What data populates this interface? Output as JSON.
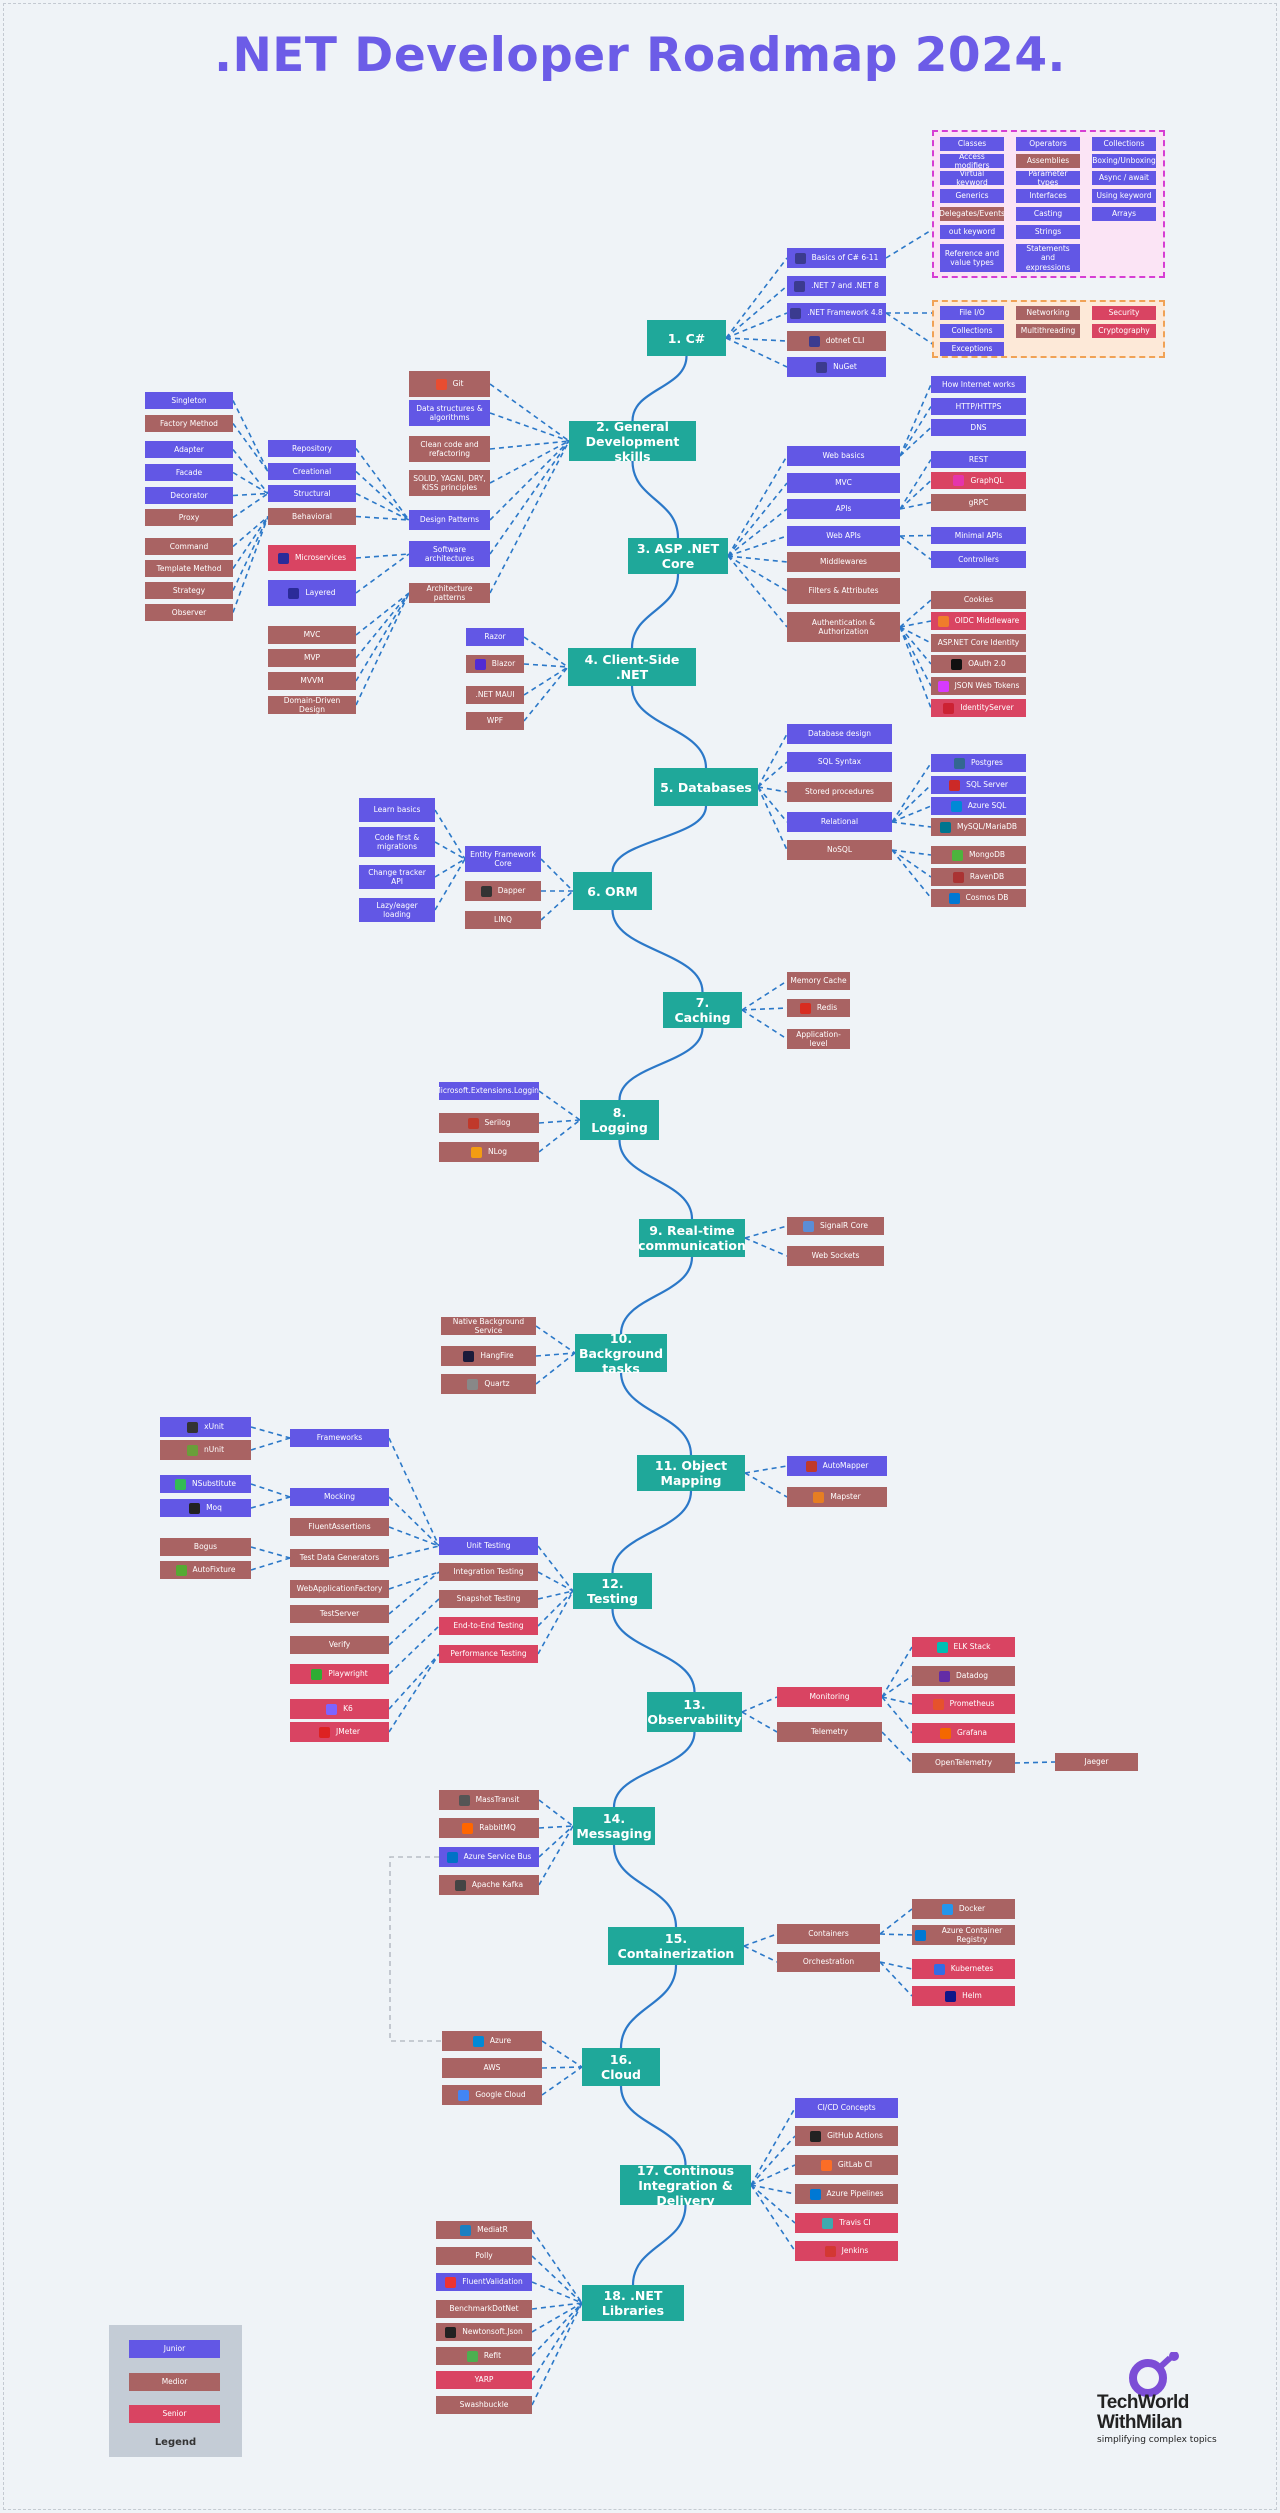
{
  "title": ".NET Developer Roadmap 2024.",
  "colors": {
    "junior": "#6257e5",
    "medior": "#a96363",
    "senior": "#d94462",
    "main": "#1fa89a",
    "line": "#2b78c8"
  },
  "main_nodes": [
    "1. C#",
    "2. General Development skills",
    "3. ASP .NET Core",
    "4. Client-Side .NET",
    "5. Databases",
    "6. ORM",
    "7. Caching",
    "8. Logging",
    "9. Real-time communication",
    "10. Background tasks",
    "11. Object Mapping",
    "12. Testing",
    "13. Observability",
    "14. Messaging",
    "15. Containerization",
    "16. Cloud",
    "17. Continous Integration & Delivery",
    "18. .NET Libraries"
  ],
  "csharp": {
    "items": [
      "Basics of C# 6-11",
      ".NET 7 and .NET 8",
      ".NET Framework 4.8",
      "dotnet CLI",
      "NuGet"
    ],
    "basics_group": [
      "Classes",
      "Operators",
      "Collections",
      "Access modifiers",
      "Assemblies",
      "Boxing/Unboxing",
      "Virtual keyword",
      "Parameter types",
      "Async / await",
      "Generics",
      "Interfaces",
      "Using keyword",
      "Delegates/Events",
      "Casting",
      "Arrays",
      "out keyword",
      "Strings",
      "Reference and value types",
      "Statements and expressions"
    ],
    "framework_group": [
      "File I/O",
      "Networking",
      "Security",
      "Collections",
      "Multithreading",
      "Cryptography",
      "Exceptions"
    ]
  },
  "general": {
    "items": [
      "Git",
      "Data structures & algorithms",
      "Clean code and refactoring",
      "SOLID, YAGNI, DRY, KISS principles",
      "Design Patterns",
      "Software architectures",
      "Architecture patterns"
    ],
    "design_pattern_types": [
      "Repository",
      "Creational",
      "Structural",
      "Behavioral"
    ],
    "creational": [
      "Singleton",
      "Factory Method"
    ],
    "structural": [
      "Adapter",
      "Facade",
      "Decorator",
      "Proxy"
    ],
    "behavioral": [
      "Command",
      "Template Method",
      "Strategy",
      "Observer"
    ],
    "architectures": [
      "Microservices",
      "Layered"
    ],
    "architecture_patterns": [
      "MVC",
      "MVP",
      "MVVM",
      "Domain-Driven Design"
    ]
  },
  "aspnet": {
    "items": [
      "Web basics",
      "MVC",
      "APIs",
      "Web APIs",
      "Middlewares",
      "Filters & Attributes",
      "Authentication & Authorization"
    ],
    "web_basics": [
      "How Internet works",
      "HTTP/HTTPS",
      "DNS"
    ],
    "apis": [
      "REST",
      "GraphQL",
      "gRPC"
    ],
    "web_apis": [
      "Minimal APIs",
      "Controllers"
    ],
    "auth": [
      "Cookies",
      "OIDC Middleware",
      "ASP.NET Core Identity",
      "OAuth 2.0",
      "JSON Web Tokens",
      "IdentityServer"
    ]
  },
  "client": [
    "Razor",
    "Blazor",
    ".NET MAUI",
    "WPF"
  ],
  "databases": {
    "items": [
      "Database design",
      "SQL Syntax",
      "Stored procedures",
      "Relational",
      "NoSQL"
    ],
    "relational": [
      "Postgres",
      "SQL Server",
      "Azure SQL",
      "MySQL/MariaDB"
    ],
    "nosql": [
      "MongoDB",
      "RavenDB",
      "Cosmos DB"
    ]
  },
  "orm": {
    "items": [
      "Entity Framework Core",
      "Dapper",
      "LINQ"
    ],
    "ef": [
      "Learn basics",
      "Code first & migrations",
      "Change tracker API",
      "Lazy/eager loading"
    ]
  },
  "caching": [
    "Memory Cache",
    "Redis",
    "Application-level"
  ],
  "logging": [
    "Microsoft.Extensions.Logging",
    "Serilog",
    "NLog"
  ],
  "realtime": [
    "SignalR Core",
    "Web Sockets"
  ],
  "background": [
    "Native Background Service",
    "HangFire",
    "Quartz"
  ],
  "mapping": [
    "AutoMapper",
    "Mapster"
  ],
  "testing": {
    "items": [
      "Unit Testing",
      "Integration Testing",
      "Snapshot Testing",
      "End-to-End Testing",
      "Performance Testing"
    ],
    "unit": [
      "Frameworks",
      "Mocking",
      "FluentAssertions",
      "Test Data Generators"
    ],
    "frameworks": [
      "xUnit",
      "nUnit"
    ],
    "mocking": [
      "NSubstitute",
      "Moq"
    ],
    "generators": [
      "Bogus",
      "AutoFixture"
    ],
    "integration": [
      "WebApplicationFactory",
      "TestServer"
    ],
    "snapshot": [
      "Verify"
    ],
    "e2e": [
      "Playwright"
    ],
    "performance": [
      "K6",
      "JMeter"
    ]
  },
  "observability": {
    "items": [
      "Monitoring",
      "Telemetry"
    ],
    "monitoring": [
      "ELK Stack",
      "Datadog",
      "Prometheus",
      "Grafana"
    ],
    "telemetry": [
      "OpenTelemetry"
    ],
    "otel": [
      "Jaeger"
    ]
  },
  "messaging": [
    "MassTransit",
    "RabbitMQ",
    "Azure Service Bus",
    "Apache Kafka"
  ],
  "containers": {
    "items": [
      "Containers",
      "Orchestration"
    ],
    "containers": [
      "Docker",
      "Azure Container Registry"
    ],
    "orchestration": [
      "Kubernetes",
      "Helm"
    ]
  },
  "cloud": [
    "Azure",
    "AWS",
    "Google Cloud"
  ],
  "cicd": [
    "CI/CD Concepts",
    "GitHub Actions",
    "GitLab CI",
    "Azure Pipelines",
    "Travis CI",
    "Jenkins"
  ],
  "libraries": [
    "MediatR",
    "Polly",
    "FluentValidation",
    "BenchmarkDotNet",
    "Newtonsoft.Json",
    "Refit",
    "YARP",
    "Swashbuckle"
  ],
  "legend": {
    "title": "Legend",
    "items": [
      "Junior",
      "Medior",
      "Senior"
    ]
  },
  "brand": {
    "line1": "TechWorld",
    "line2": "WithMilan",
    "tagline": "simplifying complex topics"
  }
}
